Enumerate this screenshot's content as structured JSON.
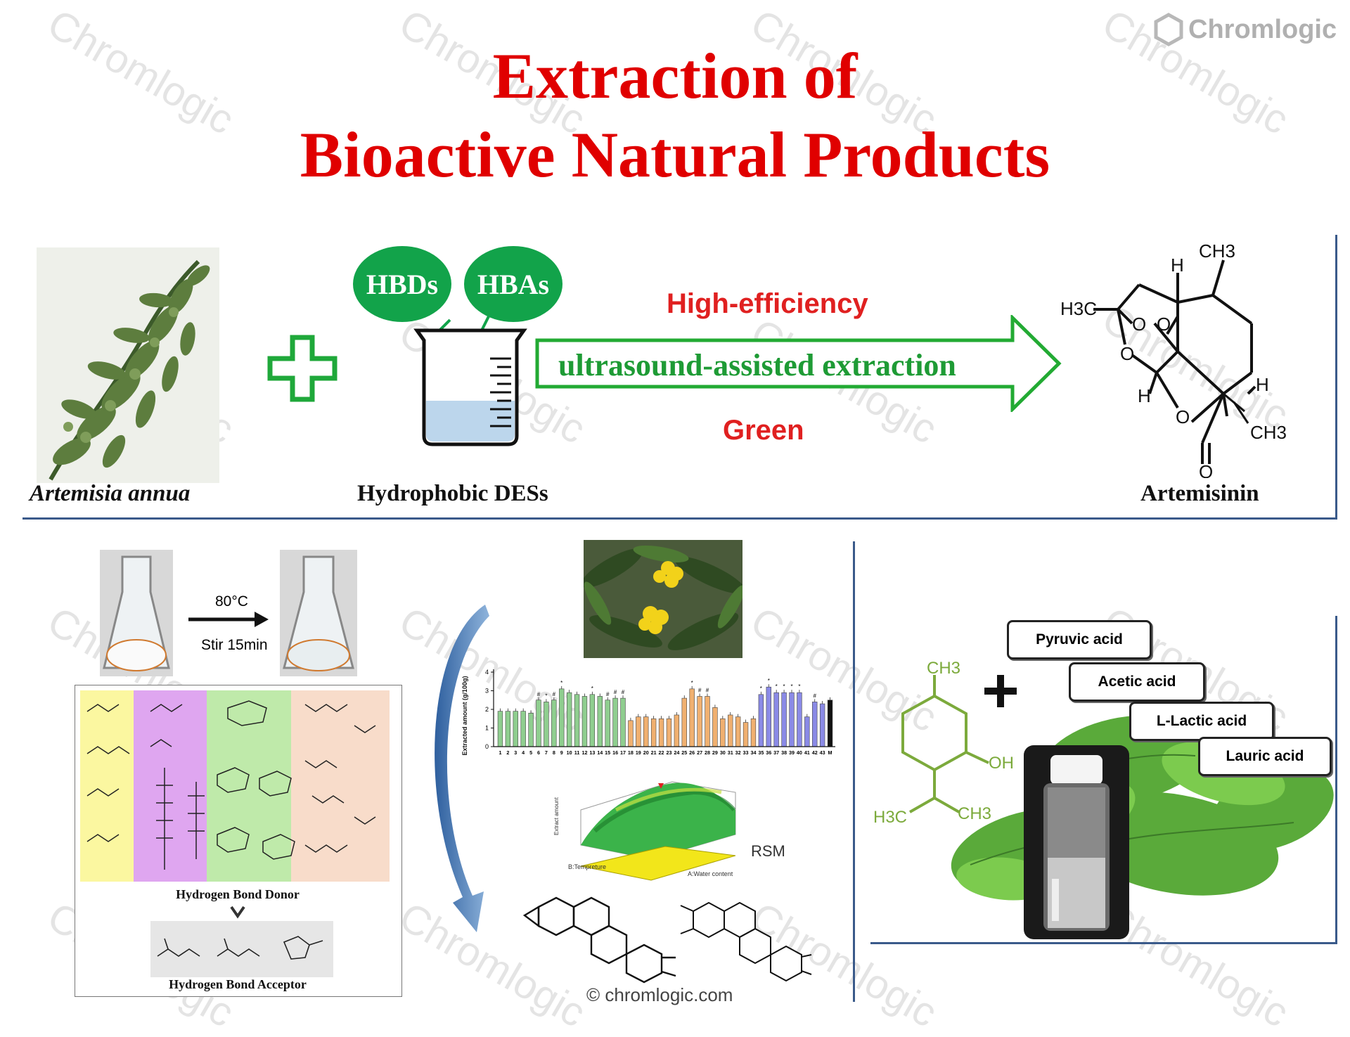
{
  "brand": {
    "logo_text": "Chromlogic",
    "watermark_text": "Chromlogic",
    "footer_credit": "© chromlogic.com"
  },
  "title": {
    "line1": "Extraction of",
    "line2": "Bioactive Natural Products"
  },
  "top_panel": {
    "plant_label": "Artemisia annua",
    "hbd_label": "HBDs",
    "hba_label": "HBAs",
    "solvent_label": "Hydrophobic DESs",
    "arrow_top_text": "High-efficiency",
    "arrow_main_text": "ultrasound-assisted extraction",
    "arrow_bottom_text": "Green",
    "product_label": "Artemisinin",
    "mol_labels": {
      "ch3_top": "CH3",
      "h_top": "H",
      "h3c": "H3C",
      "o1": "O",
      "o2": "O",
      "o3": "O",
      "h_left": "H",
      "h_right": "H",
      "ch3_right": "CH3",
      "o_ring": "O",
      "o_carbonyl": "O"
    }
  },
  "left_panel": {
    "temp_label": "80°C",
    "stir_label": "Stir 15min",
    "donor_label": "Hydrogen Bond Donor",
    "acceptor_label": "Hydrogen Bond Acceptor"
  },
  "middle_panel": {
    "y_axis_label": "Extracted amount (g/100g)",
    "rsm_label": "RSM",
    "surface_axis_b": "B:Tempreture",
    "surface_axis_a": "A:Water content",
    "surface_axis_z": "Extract amount"
  },
  "right_panel": {
    "acids": [
      "Pyruvic acid",
      "Acetic acid",
      "L-Lactic acid",
      "Lauric acid"
    ],
    "mol_labels": {
      "ch3": "CH3",
      "oh": "OH",
      "h3c": "H3C",
      "ch3b": "CH3"
    }
  },
  "colors": {
    "title": "#e00000",
    "bubble": "#12a34a",
    "arrow": "#22aa33",
    "arrow_red": "#e02020",
    "menthol": "#7caa3c",
    "bars_green": "#8fce8f",
    "bars_orange": "#f0b070",
    "bars_blue": "#8a8ae6"
  },
  "chart_data": {
    "type": "bar",
    "ylabel": "Extracted amount (g/100g)",
    "ylim": [
      0,
      4
    ],
    "categories": [
      "1",
      "2",
      "3",
      "4",
      "5",
      "6",
      "7",
      "8",
      "9",
      "10",
      "11",
      "12",
      "13",
      "14",
      "15",
      "16",
      "17",
      "18",
      "19",
      "20",
      "21",
      "22",
      "23",
      "24",
      "25",
      "26",
      "27",
      "28",
      "29",
      "30",
      "31",
      "32",
      "33",
      "34",
      "35",
      "36",
      "37",
      "38",
      "39",
      "40",
      "41",
      "42",
      "43",
      "M"
    ],
    "values": [
      1.9,
      1.9,
      1.9,
      1.9,
      1.8,
      2.5,
      2.4,
      2.5,
      3.1,
      2.9,
      2.8,
      2.7,
      2.8,
      2.7,
      2.5,
      2.6,
      2.6,
      1.4,
      1.6,
      1.6,
      1.5,
      1.5,
      1.5,
      1.7,
      2.6,
      3.1,
      2.7,
      2.7,
      2.1,
      1.5,
      1.7,
      1.6,
      1.3,
      1.5,
      2.8,
      3.2,
      2.9,
      2.9,
      2.9,
      2.9,
      1.6,
      2.4,
      2.3,
      2.5
    ],
    "tick_labels": [
      "0",
      "1",
      "2",
      "3",
      "4"
    ],
    "marks": [
      "",
      "",
      "",
      "",
      "",
      "#",
      "*",
      "#",
      "*",
      "",
      "",
      "",
      "*",
      "",
      "#",
      "#",
      "#",
      "",
      "",
      "",
      "",
      "",
      "",
      "",
      "",
      "*",
      "#",
      "#",
      "",
      "",
      "",
      "",
      "",
      "",
      "*",
      "*",
      "*",
      "*",
      "*",
      "*",
      "",
      "#",
      "",
      ""
    ]
  }
}
